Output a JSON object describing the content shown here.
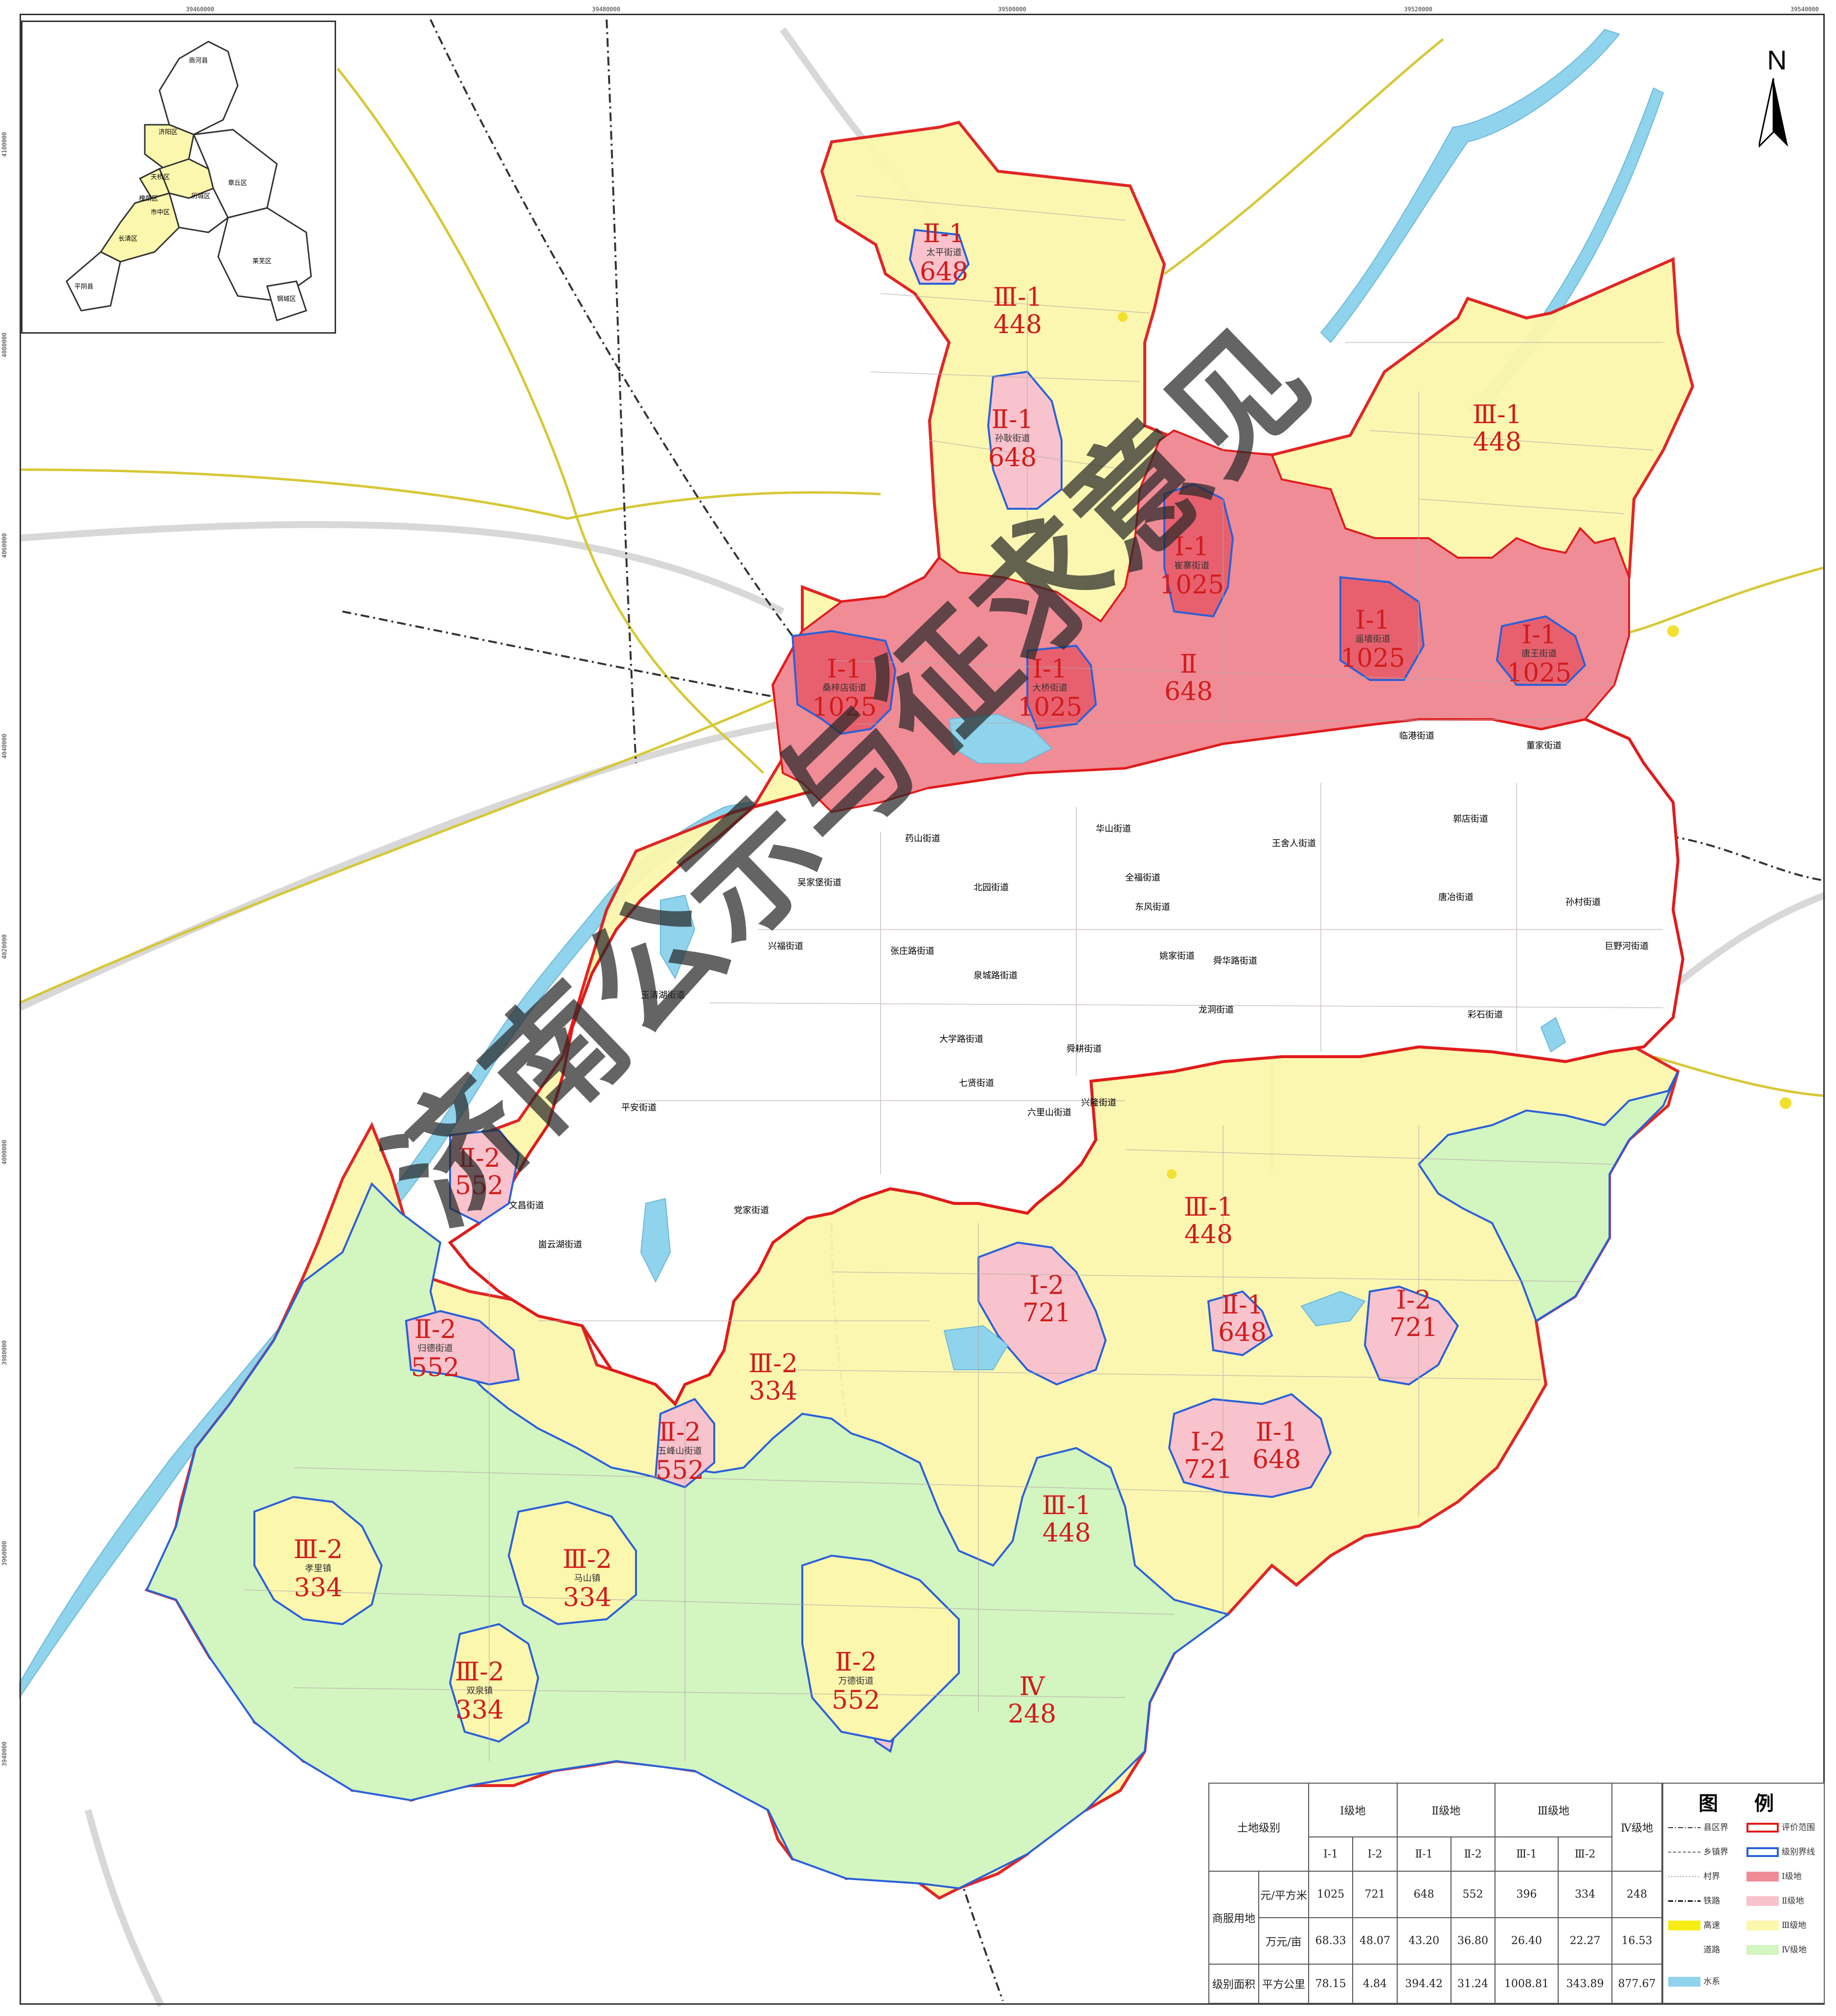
{
  "coords_top": [
    "39460000",
    "39480000",
    "39500000",
    "39520000",
    "39540000"
  ],
  "coords_left": [
    "4100000",
    "4080000",
    "4060000",
    "4040000",
    "4020000",
    "4000000",
    "3980000",
    "3960000",
    "3940000"
  ],
  "inset": {
    "labels": [
      "商河县",
      "济阳区",
      "天桥区",
      "历城区",
      "章丘区",
      "槐荫区",
      "市中区",
      "长清区",
      "莱芜区",
      "钢城区",
      "平阴县"
    ]
  },
  "north_letter": "N",
  "watermark": "济南公示与征求意见",
  "zones": [
    {
      "code": "Ⅱ-1",
      "value": "648",
      "sub": "太平街道"
    },
    {
      "code": "Ⅲ-1",
      "value": "448"
    },
    {
      "code": "Ⅱ-1",
      "value": "648",
      "sub": "孙耿街道"
    },
    {
      "code": "Ⅲ-1",
      "value": "448"
    },
    {
      "code": "Ⅰ-1",
      "value": "1025",
      "sub": "崔寨街道"
    },
    {
      "code": "Ⅰ-1",
      "value": "1025",
      "sub": "遥墙街道"
    },
    {
      "code": "Ⅰ-1",
      "value": "1025",
      "sub": "唐王街道"
    },
    {
      "code": "Ⅰ-1",
      "value": "1025",
      "sub": "桑梓店街道"
    },
    {
      "code": "Ⅰ-1",
      "value": "1025",
      "sub": "大桥街道"
    },
    {
      "code": "Ⅱ",
      "value": "648"
    },
    {
      "code": "Ⅱ-2",
      "value": "552"
    },
    {
      "code": "Ⅲ-1",
      "value": "448"
    },
    {
      "code": "Ⅰ-2",
      "value": "721"
    },
    {
      "code": "Ⅱ-1",
      "value": "648"
    },
    {
      "code": "Ⅰ-2",
      "value": "721"
    },
    {
      "code": "Ⅱ-2",
      "value": "552",
      "sub": "归德街道"
    },
    {
      "code": "Ⅲ-2",
      "value": "334"
    },
    {
      "code": "Ⅱ-2",
      "value": "552",
      "sub": "五峰山街道"
    },
    {
      "code": "Ⅰ-2",
      "value": "721"
    },
    {
      "code": "Ⅱ-1",
      "value": "648"
    },
    {
      "code": "Ⅲ-2",
      "value": "334",
      "sub": "孝里镇"
    },
    {
      "code": "Ⅲ-2",
      "value": "334",
      "sub": "马山镇"
    },
    {
      "code": "Ⅲ-1",
      "value": "448"
    },
    {
      "code": "Ⅲ-2",
      "value": "334",
      "sub": "双泉镇"
    },
    {
      "code": "Ⅱ-2",
      "value": "552",
      "sub": "万德街道"
    },
    {
      "code": "Ⅳ",
      "value": "248"
    }
  ],
  "district_labels": [
    "药山街道",
    "吴家堡街道",
    "北园街道",
    "全福街道",
    "东风街道",
    "王舍人街道",
    "郭店街道",
    "唐冶街道",
    "孙村街道",
    "巨野河街道",
    "兴福街道",
    "张庄路街道",
    "舜华路街道",
    "姚家街道",
    "龙洞街道",
    "彩石街道",
    "党家街道",
    "七贤街道",
    "六里山街道",
    "兴隆街道",
    "玉清湖街道",
    "平安街道",
    "文昌街道",
    "崮云湖街道",
    "泉城路街道",
    "华山街道",
    "董家街道",
    "临港街道",
    "大学路街道",
    "舜耕街道"
  ],
  "table": {
    "header_land": "土地级别",
    "grade1": "Ⅰ级地",
    "grade2": "Ⅱ级地",
    "grade3": "Ⅲ级地",
    "grade4": "Ⅳ级地",
    "subs": [
      "Ⅰ-1",
      "Ⅰ-2",
      "Ⅱ-1",
      "Ⅱ-2",
      "Ⅲ-1",
      "Ⅲ-2"
    ],
    "use": "商服用地",
    "unit_price": "元/平方米",
    "unit_mu": "万元/亩",
    "area_label": "级别面积",
    "area_unit": "平方公里",
    "price": [
      "1025",
      "721",
      "648",
      "552",
      "396",
      "334",
      "248"
    ],
    "mu": [
      "68.33",
      "48.07",
      "43.20",
      "36.80",
      "26.40",
      "22.27",
      "16.53"
    ],
    "area": [
      "78.15",
      "4.84",
      "394.42",
      "31.24",
      "1008.81",
      "343.89",
      "877.67"
    ]
  },
  "legend": {
    "title": "图 例",
    "items": [
      {
        "label": "县区界"
      },
      {
        "label": "评价范围"
      },
      {
        "label": "乡镇界"
      },
      {
        "label": "级别界线"
      },
      {
        "label": "村界"
      },
      {
        "label": "Ⅰ级地"
      },
      {
        "label": "铁路"
      },
      {
        "label": "Ⅱ级地"
      },
      {
        "label": "高速"
      },
      {
        "label": "Ⅲ级地"
      },
      {
        "label": "道路"
      },
      {
        "label": "Ⅳ级地"
      },
      {
        "label": "水系"
      }
    ]
  },
  "colors": {
    "grade1": "#f08c96",
    "grade1_core": "#e8606e",
    "grade2": "#f8c3cc",
    "grade3": "#fbf7ad",
    "grade4": "#d3f5c0",
    "water": "#8fd3ec",
    "boundary": "#e01b1b",
    "level_line": "#2a60d8",
    "highway": "#d6c836"
  }
}
